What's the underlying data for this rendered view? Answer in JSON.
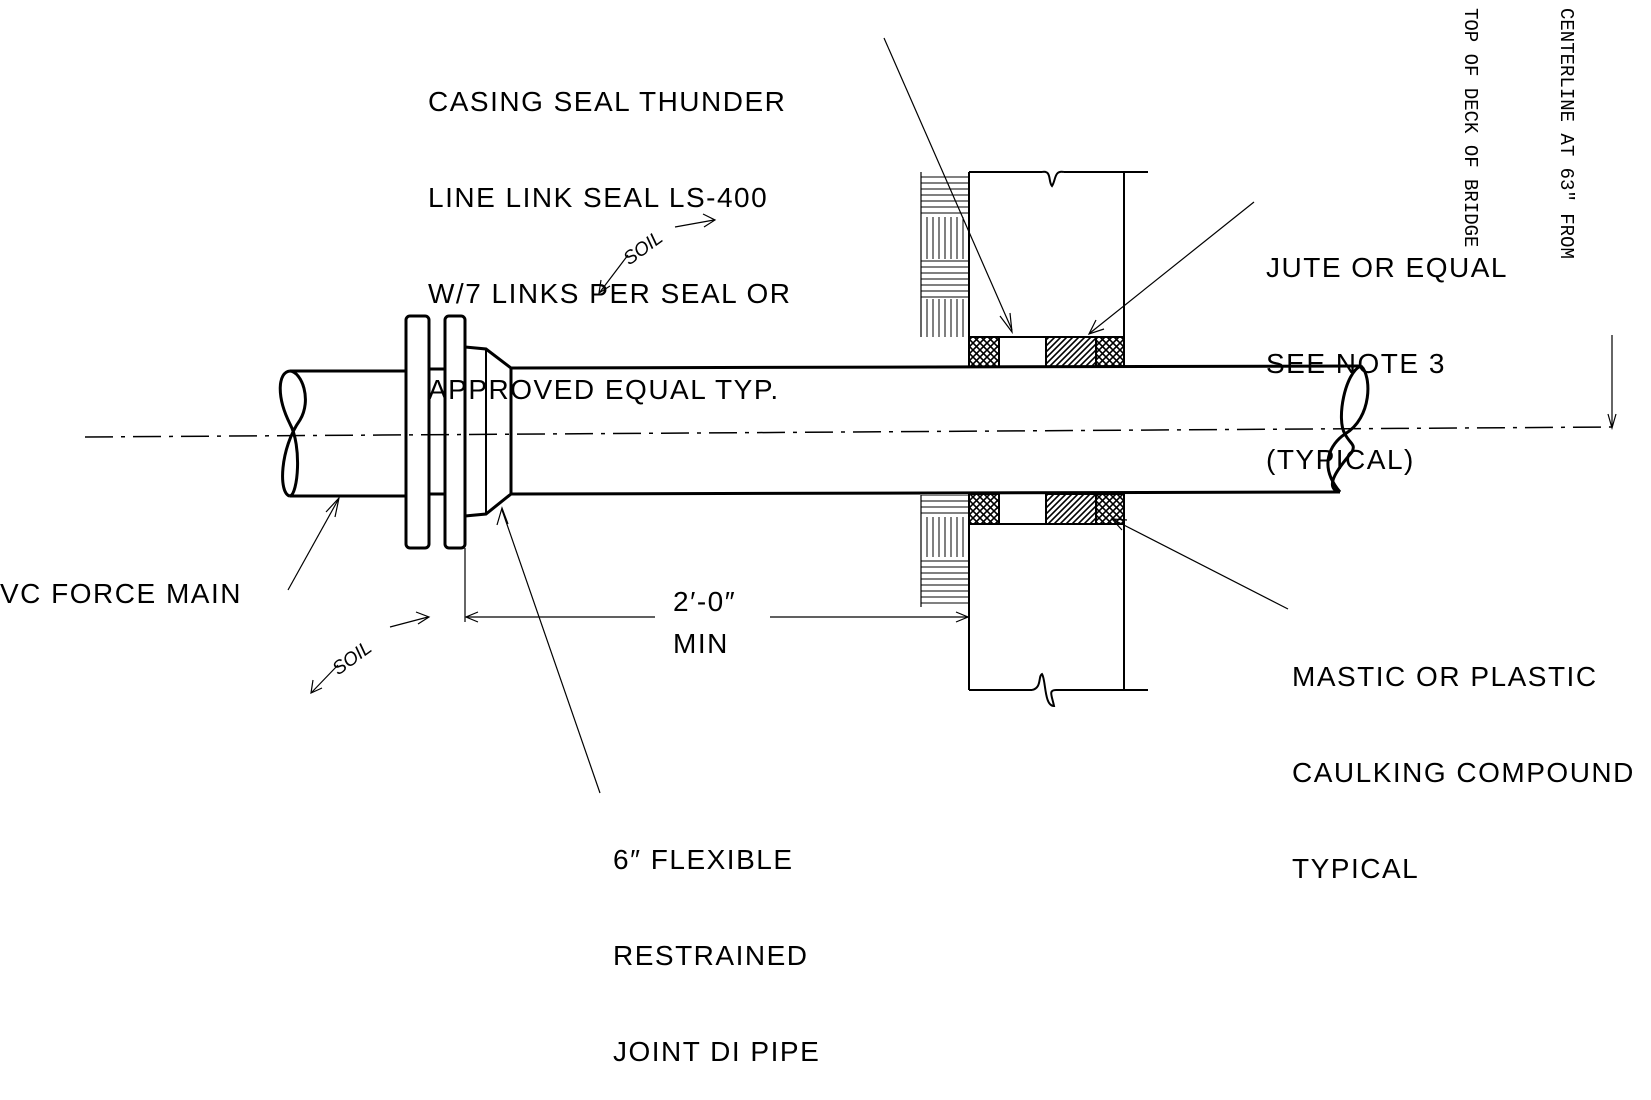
{
  "labels": {
    "casing_seal": [
      "CASING SEAL THUNDER",
      "LINE LINK SEAL LS-400",
      "W/7 LINKS PER SEAL OR",
      "APPROVED EQUAL TYP."
    ],
    "jute": [
      "JUTE OR EQUAL",
      "SEE NOTE 3",
      "(TYPICAL)"
    ],
    "force_main": "VC FORCE MAIN",
    "dimension": [
      "2′-0″",
      "MIN"
    ],
    "mastic": [
      "MASTIC OR PLASTIC",
      "CAULKING COMPOUND",
      "TYPICAL"
    ],
    "flexible_pipe": [
      "6″ FLEXIBLE",
      "RESTRAINED",
      "JOINT DI PIPE"
    ],
    "soil_upper": "SOIL",
    "soil_lower": "SOIL",
    "centerline_note": [
      "CENTERLINE AT 63″ FROM",
      "TOP OF DECK OF BRIDGE"
    ]
  },
  "colors": {
    "ink": "#000000",
    "paper": "#ffffff"
  }
}
